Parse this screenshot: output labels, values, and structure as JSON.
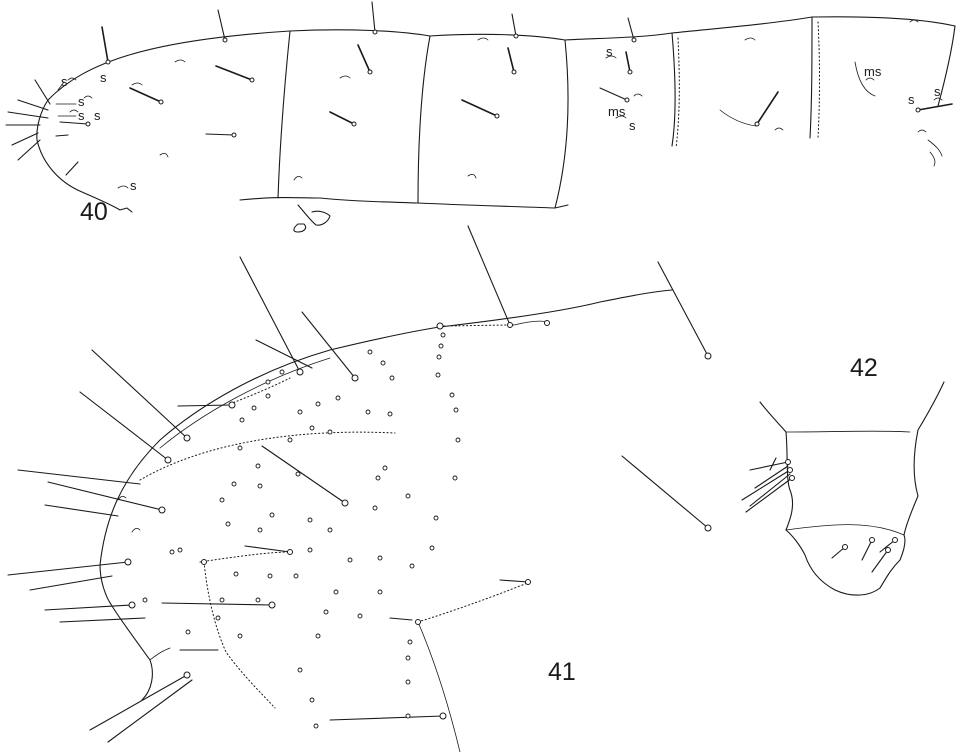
{
  "figures": [
    {
      "number": "40"
    },
    {
      "number": "41"
    },
    {
      "number": "42"
    }
  ],
  "sensilla_labels": [
    {
      "text": "s"
    },
    {
      "text": "s"
    },
    {
      "text": "s"
    },
    {
      "text": "s"
    },
    {
      "text": "s"
    },
    {
      "text": "s"
    },
    {
      "text": "s"
    },
    {
      "text": "ms"
    },
    {
      "text": "s"
    },
    {
      "text": "ms"
    },
    {
      "text": "s"
    },
    {
      "text": "s"
    }
  ],
  "colors": {
    "ink": "#1a1a1a",
    "paper": "#ffffff"
  }
}
